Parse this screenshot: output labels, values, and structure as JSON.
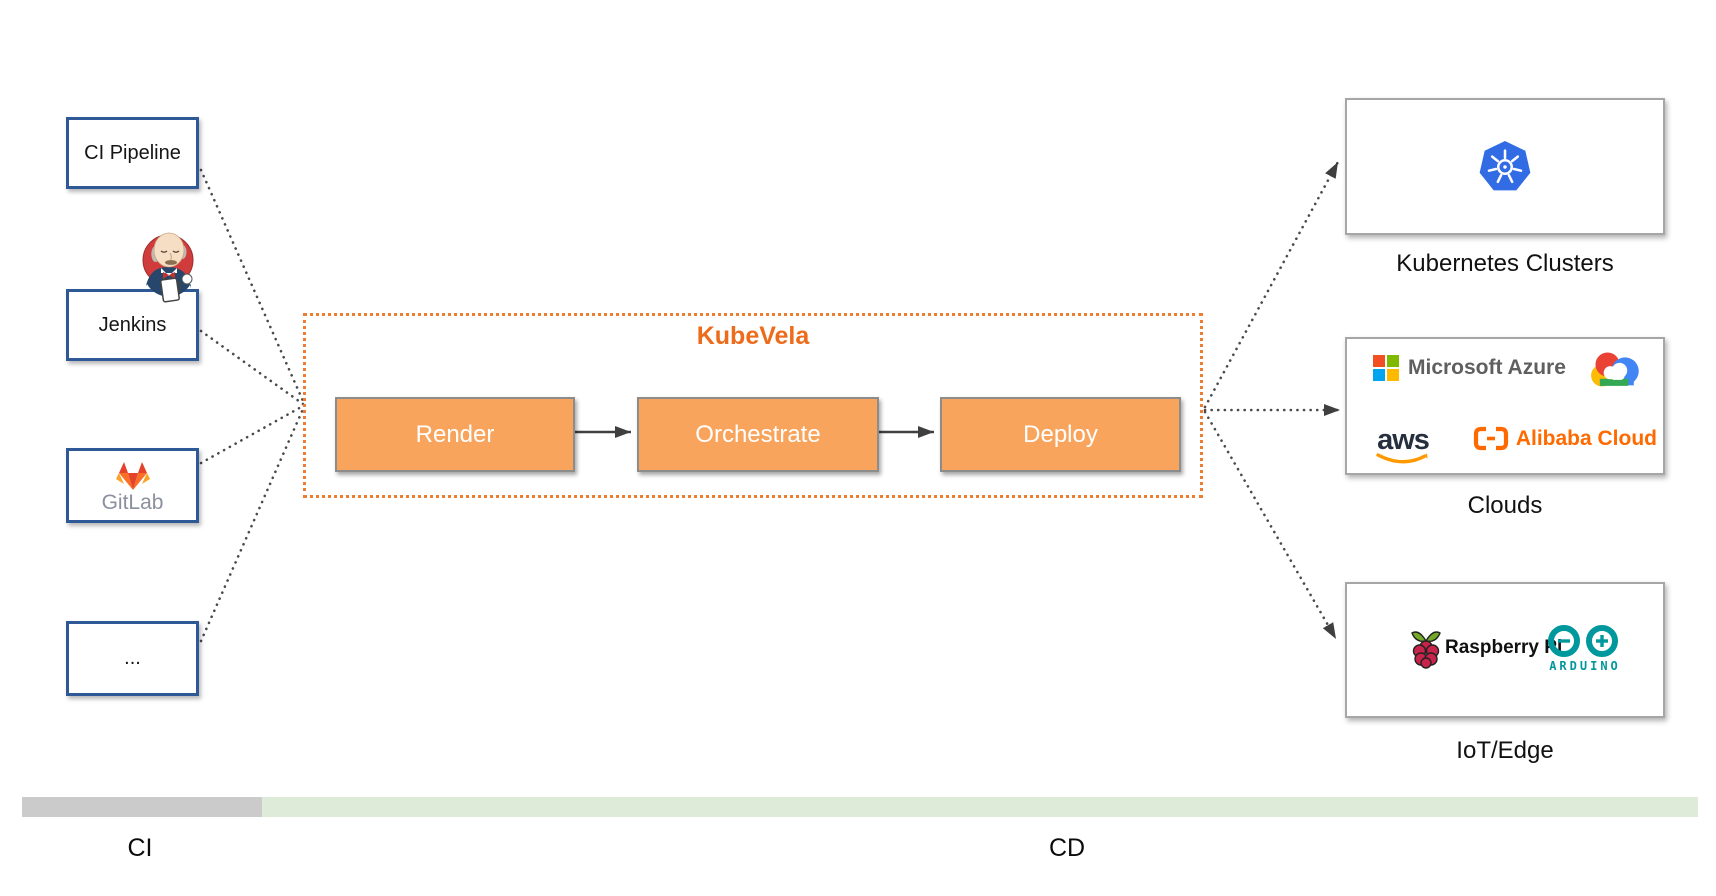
{
  "ci_sources": {
    "pipeline": "CI Pipeline",
    "jenkins": "Jenkins",
    "gitlab": "GitLab",
    "more": "..."
  },
  "kubevela": {
    "title": "KubeVela",
    "stages": [
      {
        "label": "Render"
      },
      {
        "label": "Orchestrate"
      },
      {
        "label": "Deploy"
      }
    ]
  },
  "targets": {
    "kubernetes": {
      "label": "Kubernetes Clusters"
    },
    "clouds": {
      "label": "Clouds",
      "azure": "Microsoft Azure",
      "aws": "aws",
      "alibaba": "Alibaba Cloud"
    },
    "iot": {
      "label": "IoT/Edge",
      "raspberry": "Raspberry Pi",
      "arduino": "ARDUINO"
    }
  },
  "phase_bar": {
    "ci": "CI",
    "cd": "CD"
  },
  "colors": {
    "accent_orange": "#ED7D31",
    "stage_fill": "#F9A45C",
    "source_border_blue": "#2F5897",
    "bar_gray": "#CBCBCB",
    "bar_green": "#DEEBD9",
    "kubernetes_blue": "#326CE5",
    "gitlab_orange": "#FC6D26",
    "gitlab_red": "#E24329",
    "aws_navy": "#252F3E",
    "aws_orange": "#FF9900",
    "alibaba_orange": "#FF6A00",
    "arduino_teal": "#00979D",
    "raspberry_red": "#C8234A",
    "raspberry_green": "#75A928"
  }
}
